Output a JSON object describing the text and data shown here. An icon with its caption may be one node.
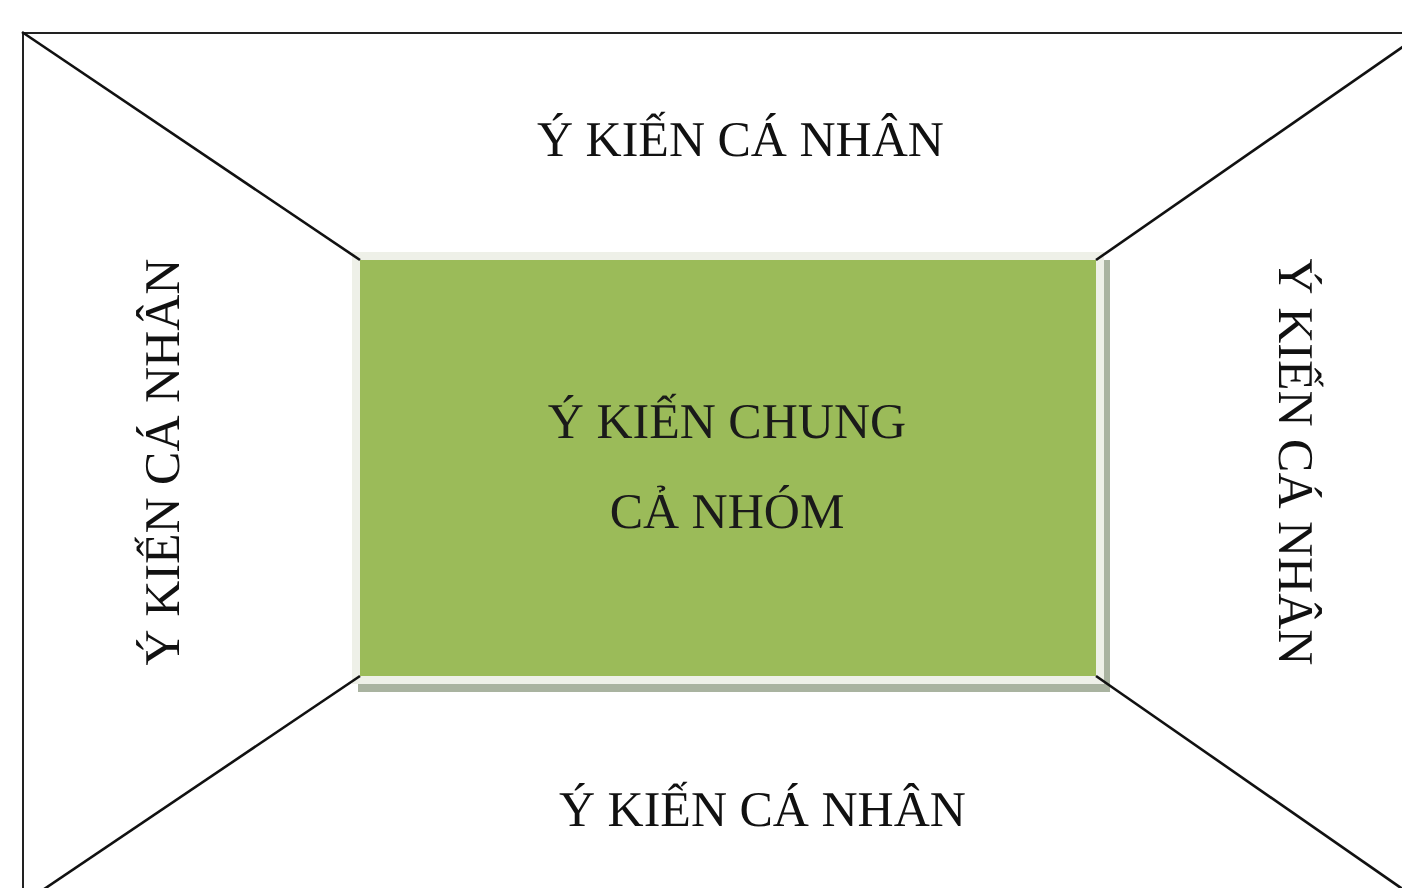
{
  "diagram": {
    "nodes": [
      {
        "text": [],
        "shape": "box"
      },
      {
        "text": [
          "Ý KIẾN CHUNG CẢ NHÓM"
        ],
        "in": 0
      }
    ],
    "edges": [
      {
        "from": 0,
        "to": 1,
        "arrow": "none"
      },
      {
        "from": 0,
        "to": 1,
        "arrow": "none"
      },
      {
        "from": 0,
        "to": 1,
        "arrow": "none"
      },
      {
        "from": 0,
        "to": 1,
        "arrow": "none"
      }
    ],
    "labels": [
      "Ý KIẾN CÁ NHÂN",
      "Ý KIẾN CÁ NHÂN",
      "Ý KIẾN CÁ NHÂN",
      "Ý KIẾN CÁ NHÂN"
    ]
  }
}
